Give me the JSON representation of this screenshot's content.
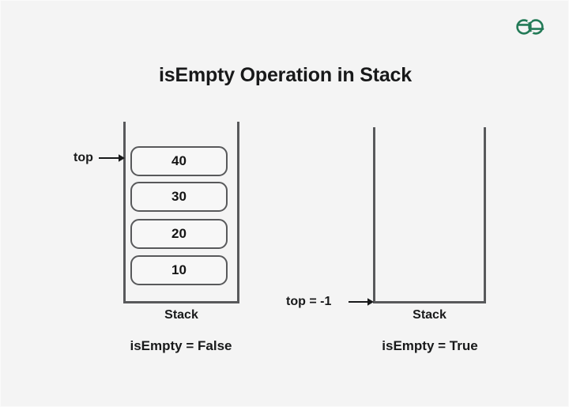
{
  "page": {
    "background_color": "#f4f4f4",
    "title": "isEmpty Operation in Stack"
  },
  "logo": {
    "name": "geeksforgeeks-logo",
    "color": "#237a57",
    "alt": "GeeksforGeeks"
  },
  "figures": [
    {
      "id": "non-empty-stack",
      "pointer_label": "top",
      "stack_label": "Stack",
      "result_caption": "isEmpty = False",
      "elements": [
        "40",
        "30",
        "20",
        "10"
      ]
    },
    {
      "id": "empty-stack",
      "pointer_label": "top = -1",
      "stack_label": "Stack",
      "result_caption": "isEmpty = True",
      "elements": []
    }
  ],
  "diagram_data": {
    "type": "diagram",
    "concept": "Stack isEmpty operation",
    "left_stack": {
      "contents_top_to_bottom": [
        "40",
        "30",
        "20",
        "10"
      ],
      "top_pointer": "top",
      "top_points_to": "40",
      "is_empty": "False"
    },
    "right_stack": {
      "contents_top_to_bottom": [],
      "top_pointer": "top = -1",
      "top_points_to": "bottom of empty stack",
      "is_empty": "True"
    }
  }
}
